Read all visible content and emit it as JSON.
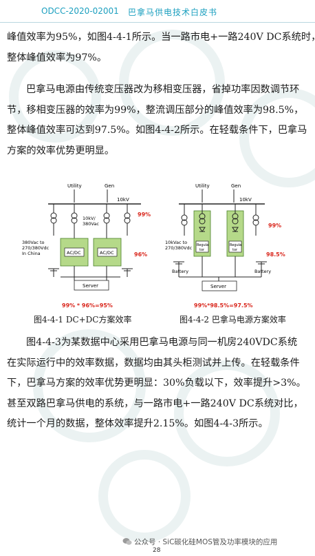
{
  "header": {
    "doc_id": "ODCC-2020-02001",
    "doc_title": "巴拿马供电技术白皮书"
  },
  "body": {
    "para1": [
      "峰值效率为95%，如图4-4-1所示。当一路市电+一路240V DC系统时，",
      "整体峰值效率为97%。"
    ],
    "para2": [
      "巴拿马电源由传统变压器改为移相变压器，省掉功率因数调节环",
      "节，移相变压器的效率为99%，整流调压部分的峰值效率为98.5%，",
      "整体峰值效率可达到97.5%。如图4-4-2所示。在轻载条件下，巴拿马",
      "方案的效率优势更明显。"
    ],
    "para3": [
      "图4-4-3为某数据中心采用巴拿马电源与同一机房240VDC系统",
      "在实际运行中的效率数据，数据均由其头柜测试并上传。在轻载条件",
      "下，巴拿马方案的效率优势更明显：30%负载以下，效率提升>3%。",
      "甚至双路巴拿马供电的系统，与一路市电+一路240V DC系统对比，",
      "统计一个月的数据，整体效率提升2.15%。如图4-4-3所示。"
    ]
  },
  "figure1": {
    "utility": "Utility",
    "gen": "Gen",
    "kv": "10kV",
    "xfmr_label": [
      "10kV/",
      "380Vac"
    ],
    "rect_label": [
      "380Vac to",
      "270/380Vdc",
      "In China"
    ],
    "acdc": "AC/DC",
    "server": "Server",
    "eff_top": "99%",
    "eff_mid": "96%",
    "total": "99% * 96%=95%",
    "caption": "图4-4-1 DC+DC方案效率"
  },
  "figure2": {
    "utility": "Utility",
    "gen": "Gen",
    "kv": "10kV",
    "rect_label": [
      "10kVac to",
      "270/380Vdc"
    ],
    "regulator": [
      "Regula",
      "tor"
    ],
    "battery": "Battery",
    "server": "Server",
    "eff_top": "99%",
    "eff_mid": "98.5%",
    "total": "99%*98.5%=97.5%",
    "caption": "图4-4-2  巴拿马电源方案效率"
  },
  "footer": {
    "brand": "公众号 · SiC碳化硅MOS管及功率模块的应用",
    "page": "28"
  },
  "colors": {
    "accent": "#1b9fbf",
    "highlight_red": "#d9261c",
    "green_box": "#b5d989"
  }
}
